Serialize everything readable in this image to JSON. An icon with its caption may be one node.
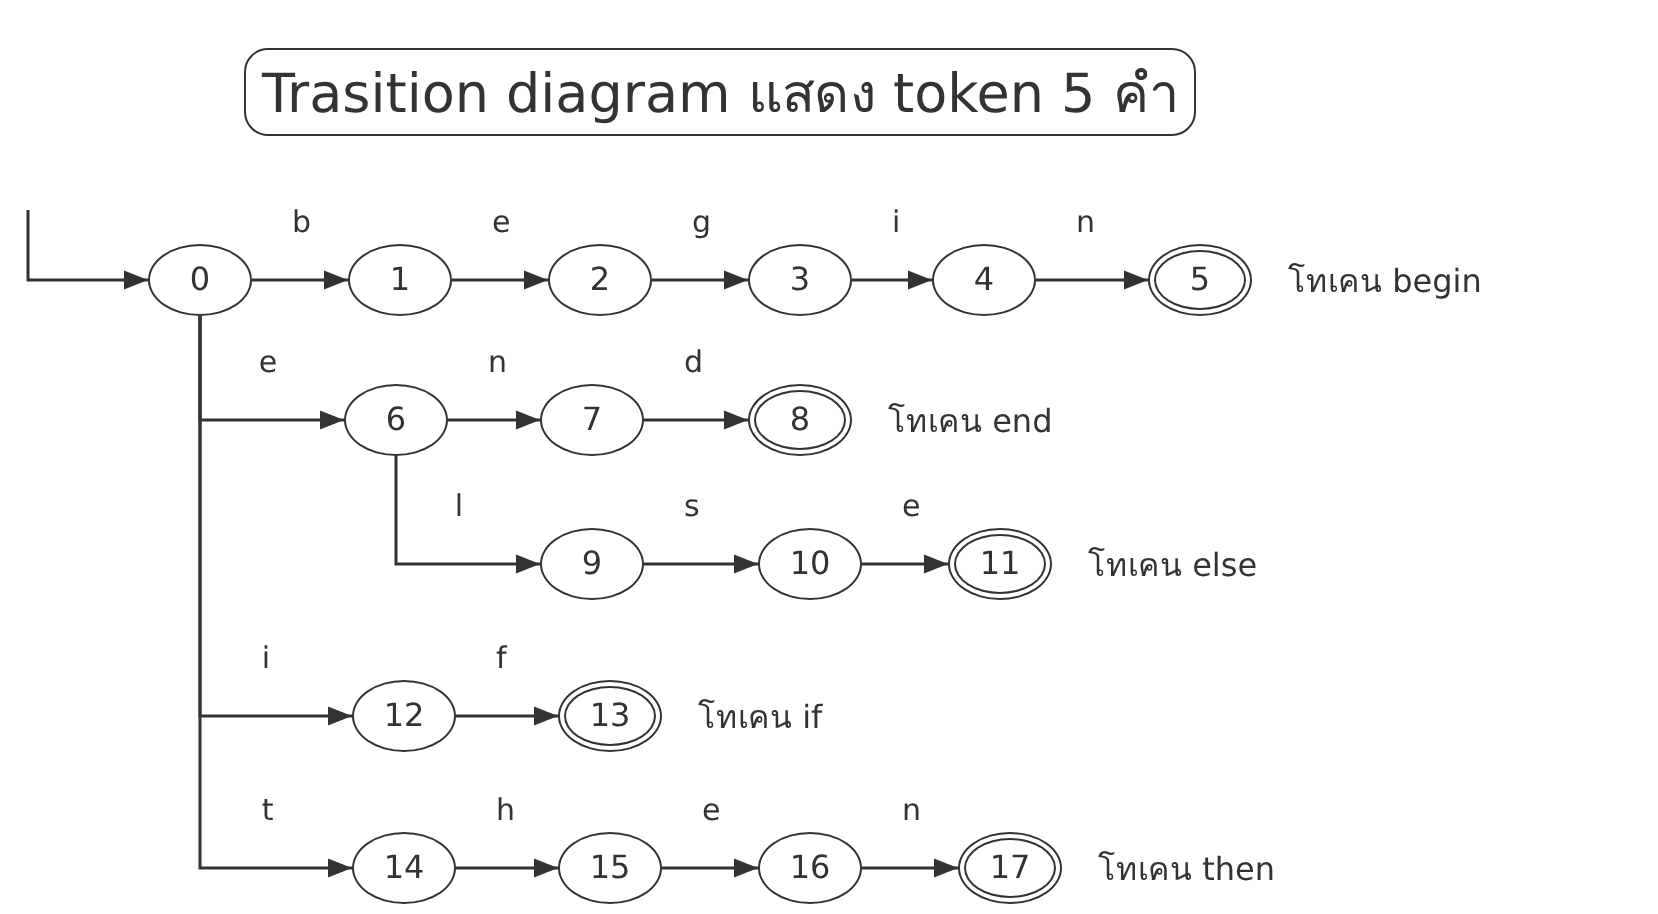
{
  "diagram": {
    "title": "Trasition diagram แสดง token 5 คำ",
    "nodes": [
      {
        "text": [
          "0"
        ]
      },
      {
        "text": [
          "1"
        ]
      },
      {
        "text": [
          "2"
        ]
      },
      {
        "text": [
          "3"
        ]
      },
      {
        "text": [
          "4"
        ]
      },
      {
        "text": [
          "5"
        ],
        "beside": [
          "โทเคน begin"
        ]
      },
      {
        "text": [
          "6"
        ]
      },
      {
        "text": [
          "7"
        ]
      },
      {
        "text": [
          "8"
        ],
        "beside": [
          "โทเคน end"
        ]
      },
      {
        "text": [
          "9"
        ]
      },
      {
        "text": [
          "10"
        ]
      },
      {
        "text": [
          "11"
        ],
        "beside": [
          "โทเคน else"
        ]
      },
      {
        "text": [
          "12"
        ]
      },
      {
        "text": [
          "13"
        ],
        "beside": [
          "โทเคน if"
        ]
      },
      {
        "text": [
          "14"
        ]
      },
      {
        "text": [
          "15"
        ]
      },
      {
        "text": [
          "16"
        ]
      },
      {
        "text": [
          "17"
        ],
        "beside": [
          "โทเคน then"
        ]
      }
    ],
    "edges": [
      {
        "from": null,
        "to": 0,
        "arrow": "to"
      },
      {
        "from": 0,
        "to": 1,
        "arrow": "to",
        "label": "b"
      },
      {
        "from": 1,
        "to": 2,
        "arrow": "to",
        "label": "e"
      },
      {
        "from": 2,
        "to": 3,
        "arrow": "to",
        "label": "g"
      },
      {
        "from": 3,
        "to": 4,
        "arrow": "to",
        "label": "i"
      },
      {
        "from": 4,
        "to": 5,
        "arrow": "to",
        "label": "n"
      },
      {
        "from": 0,
        "to": 6,
        "arrow": "to",
        "label": "e"
      },
      {
        "from": 6,
        "to": 7,
        "arrow": "to",
        "label": "n"
      },
      {
        "from": 7,
        "to": 8,
        "arrow": "to",
        "label": "d"
      },
      {
        "from": 6,
        "to": 9,
        "arrow": "to",
        "label": "l"
      },
      {
        "from": 9,
        "to": 10,
        "arrow": "to",
        "label": "s"
      },
      {
        "from": 10,
        "to": 11,
        "arrow": "to",
        "label": "e"
      },
      {
        "from": 0,
        "to": 12,
        "arrow": "to",
        "label": "i"
      },
      {
        "from": 12,
        "to": 13,
        "arrow": "to",
        "label": "f"
      },
      {
        "from": 0,
        "to": 14,
        "arrow": "to",
        "label": "t"
      },
      {
        "from": 14,
        "to": 15,
        "arrow": "to",
        "label": "h"
      },
      {
        "from": 15,
        "to": 16,
        "arrow": "to",
        "label": "e"
      },
      {
        "from": 16,
        "to": 17,
        "arrow": "to",
        "label": "n"
      }
    ]
  }
}
